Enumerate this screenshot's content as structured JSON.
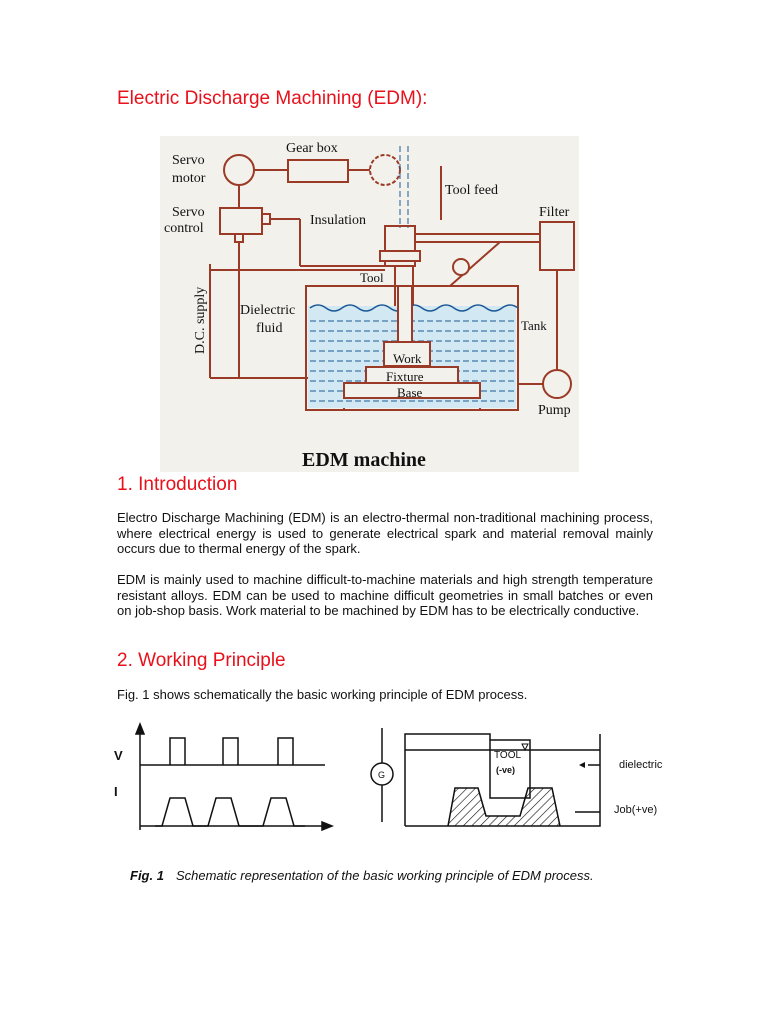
{
  "title": "Electric Discharge Machining (EDM):",
  "figure_top": {
    "caption": "EDM machine",
    "labels": {
      "gear_box": "Gear box",
      "servo_motor_1": "Servo",
      "servo_motor_2": "motor",
      "servo_control_1": "Servo",
      "servo_control_2": "control",
      "tool_feed": "Tool feed",
      "insulation": "Insulation",
      "filter": "Filter",
      "tool": "Tool",
      "dc_supply": "D.C. supply",
      "dielectric_1": "Dielectric",
      "dielectric_2": "fluid",
      "tank": "Tank",
      "work": "Work",
      "fixture": "Fixture",
      "base": "Base",
      "pump": "Pump"
    }
  },
  "sections": [
    {
      "heading": "1.  Introduction",
      "paragraphs": [
        "Electro Discharge Machining (EDM) is an electro-thermal non-traditional machining process, where electrical energy is used to generate electrical spark and material removal mainly occurs due to thermal energy of the spark.",
        "EDM is mainly used to machine difficult-to-machine materials and high strength temperature resistant alloys. EDM can be used to machine difficult geometries in small batches or even on job-shop basis. Work material to be machined by EDM has to be electrically conductive."
      ]
    },
    {
      "heading": "2.  Working Principle",
      "paragraphs": [
        "Fig. 1 shows schematically the basic working principle of EDM process."
      ]
    }
  ],
  "figure_bottom": {
    "v_label": "V",
    "i_label": "I",
    "g_label": "G",
    "tool_label": "TOOL",
    "tool_polarity": "(-ve)",
    "dielectric_label": "dielectric",
    "job_label": "Job(+ve)"
  },
  "caption": {
    "fig_label": "Fig. 1",
    "text": "Schematic representation of the basic working principle of EDM process."
  }
}
